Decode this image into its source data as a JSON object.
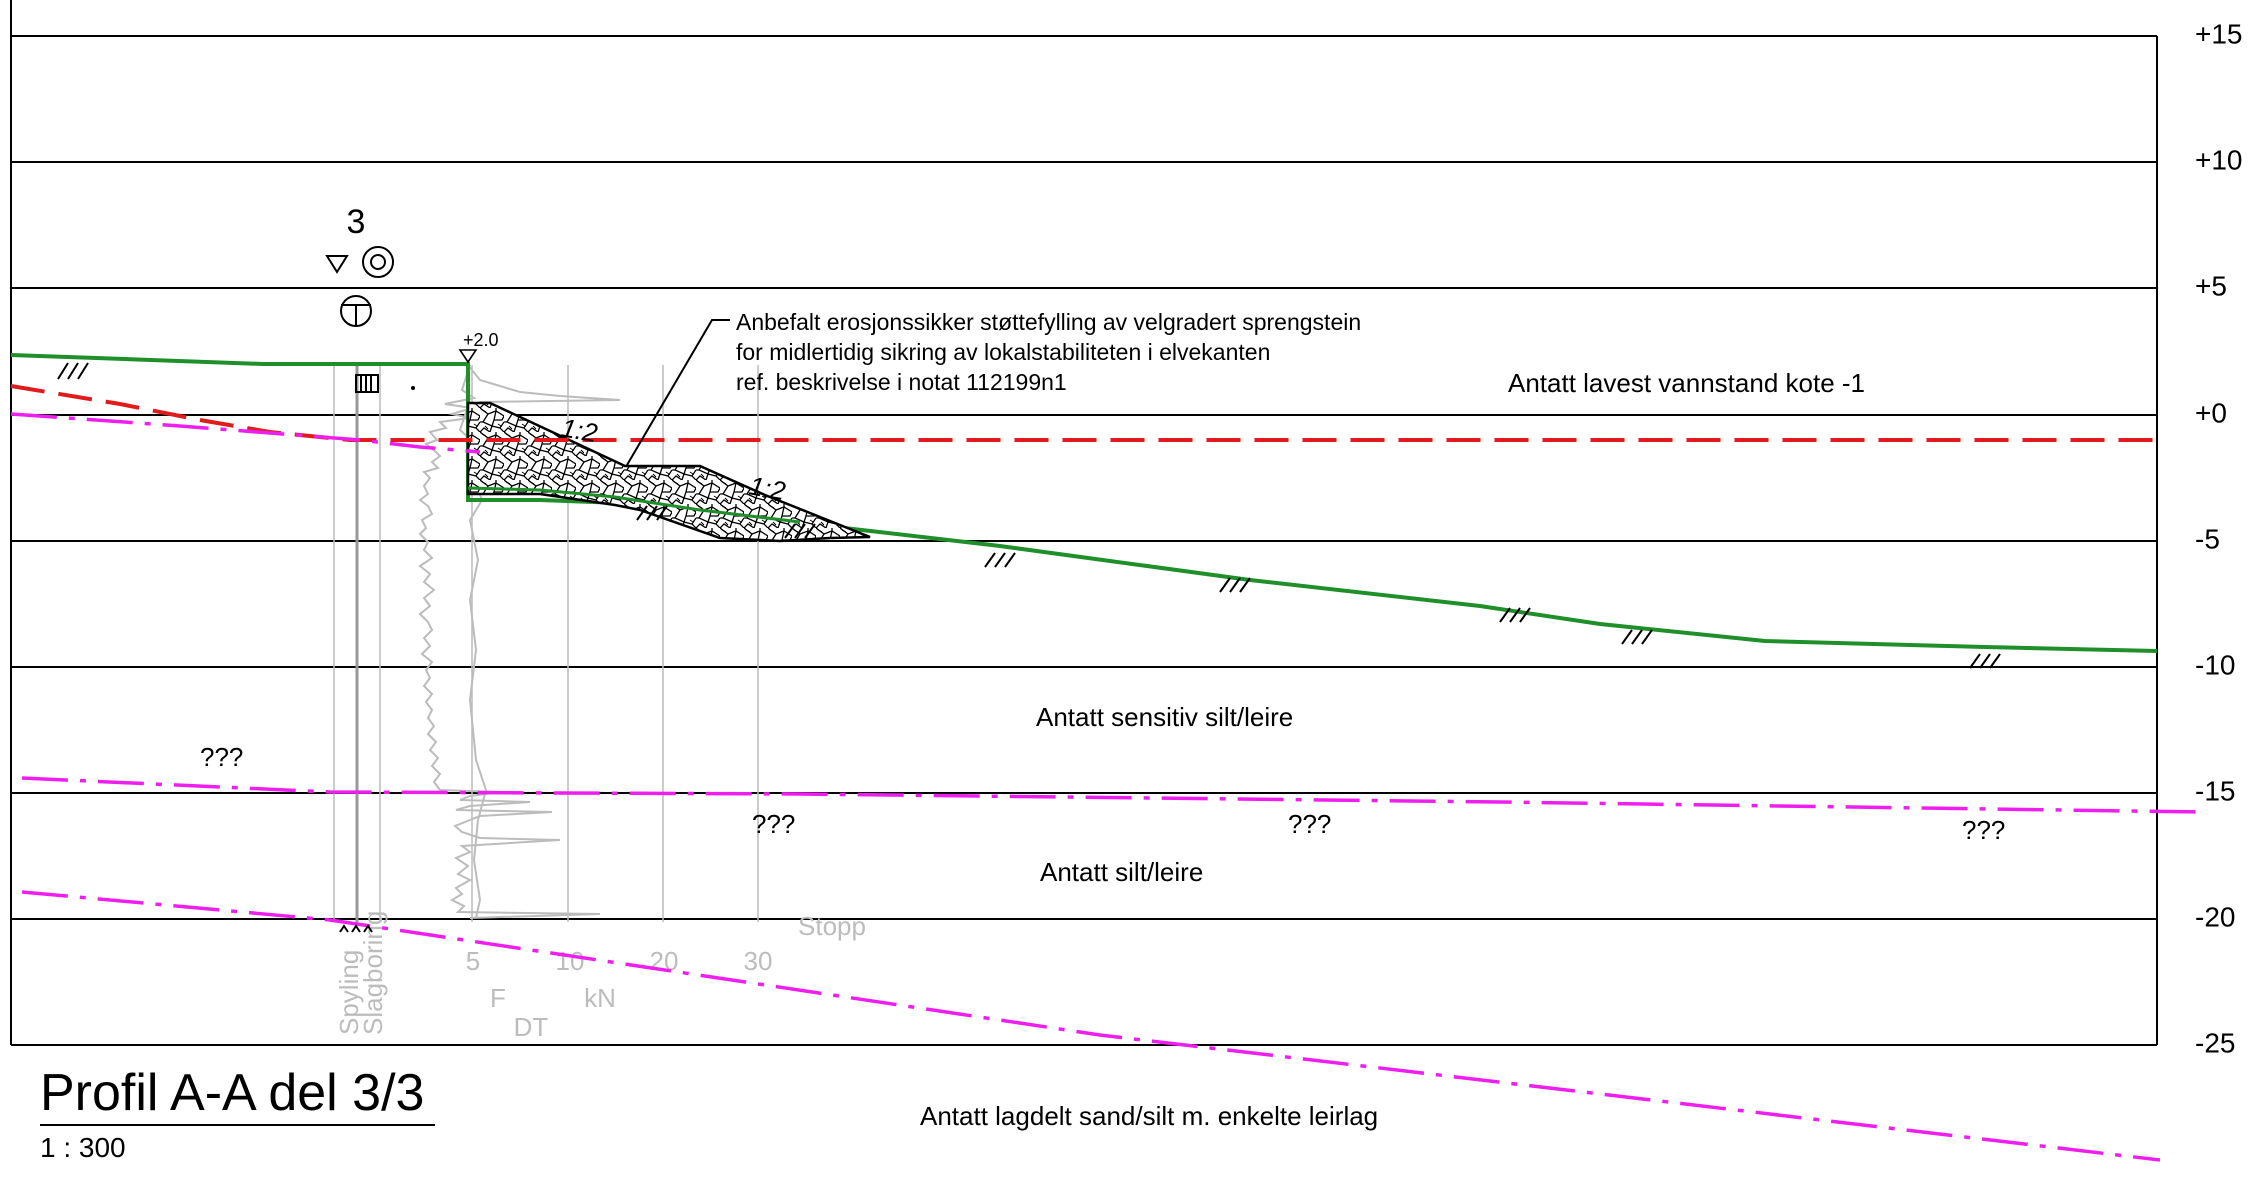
{
  "elevation_labels": [
    "+15",
    "+10",
    "+5",
    "+0",
    "-5",
    "-10",
    "-15",
    "-20",
    "-25"
  ],
  "borehole": {
    "number": "3",
    "top_level": "+2.0",
    "method_labels": [
      "Spyling",
      "Slagboring"
    ],
    "sounding": {
      "stop_label": "Stopp",
      "force_label": "F",
      "unit_label": "kN",
      "type_label": "DT",
      "scale_ticks": [
        "5",
        "10",
        "20",
        "30"
      ]
    }
  },
  "annotation": {
    "lines": [
      "Anbefalt erosjonssikker støttefylling av velgradert sprengstein",
      "for midlertidig sikring av lokalstabiliteten i elvekanten",
      "ref. beskrivelse i notat 112199n1"
    ]
  },
  "slope_labels": [
    "1:2",
    "1:2"
  ],
  "layers": {
    "water_level": "Antatt lavest vannstand kote -1",
    "sensitive": "Antatt sensitiv silt/leire",
    "silt_clay": "Antatt silt/leire",
    "sand": "Antatt lagdelt sand/silt m. enkelte leirlag",
    "unknown_marks": [
      "???",
      "???",
      "???",
      "???"
    ]
  },
  "title": {
    "text": "Profil A-A del 3/3",
    "scale": "1 : 300"
  },
  "colors": {
    "terrain": "#1f8f2a",
    "water_line": "#e01b1b",
    "layer_boundary": "#ee1fee",
    "grid": "#000000",
    "sounding": "#bcbcbc"
  }
}
